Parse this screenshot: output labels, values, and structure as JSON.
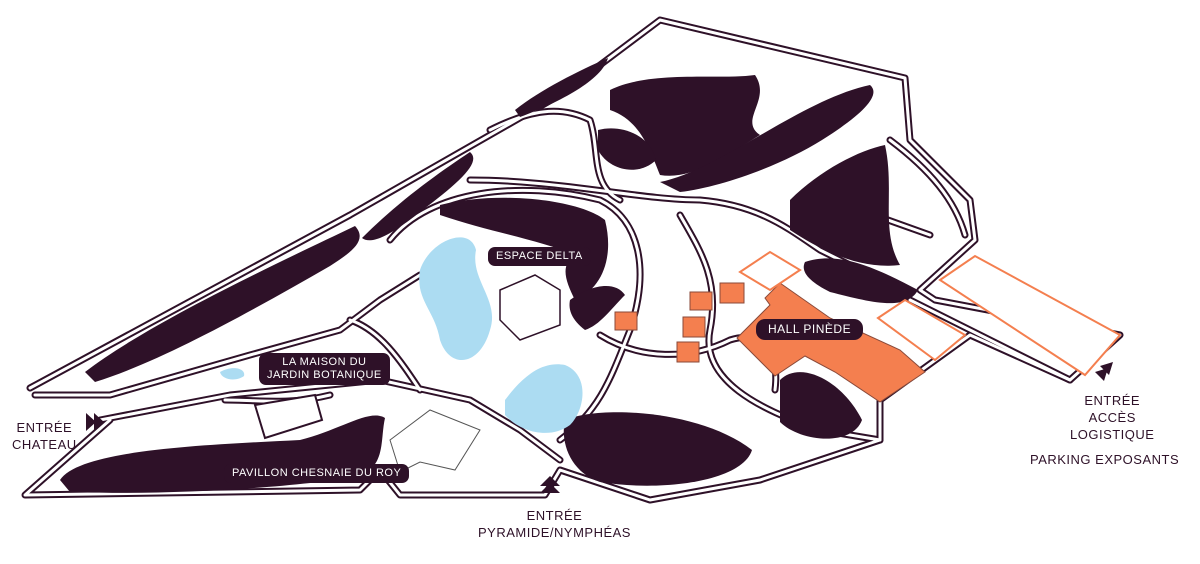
{
  "colors": {
    "ink": "#2e1128",
    "accent": "#f47f4f",
    "water": "#acdcf2"
  },
  "labels": {
    "espace_delta": "ESPACE DELTA",
    "hall_pinede": "HALL PINÈDE",
    "maison_line1": "LA MAISON DU",
    "maison_line2": "JARDIN BOTANIQUE",
    "pavillon": "PAVILLON CHESNAIE DU ROY"
  },
  "entrances": {
    "chateau_line1": "ENTRÉE",
    "chateau_line2": "CHATEAU",
    "pyramide_line1": "ENTRÉE",
    "pyramide_line2": "PYRAMIDE/NYMPHÉAS",
    "logistique_line1": "ENTRÉE",
    "logistique_line2": "ACCÈS",
    "logistique_line3": "LOGISTIQUE",
    "parking": "PARKING EXPOSANTS"
  },
  "icons": {
    "entrance": "double-chevron-arrow-icon"
  }
}
